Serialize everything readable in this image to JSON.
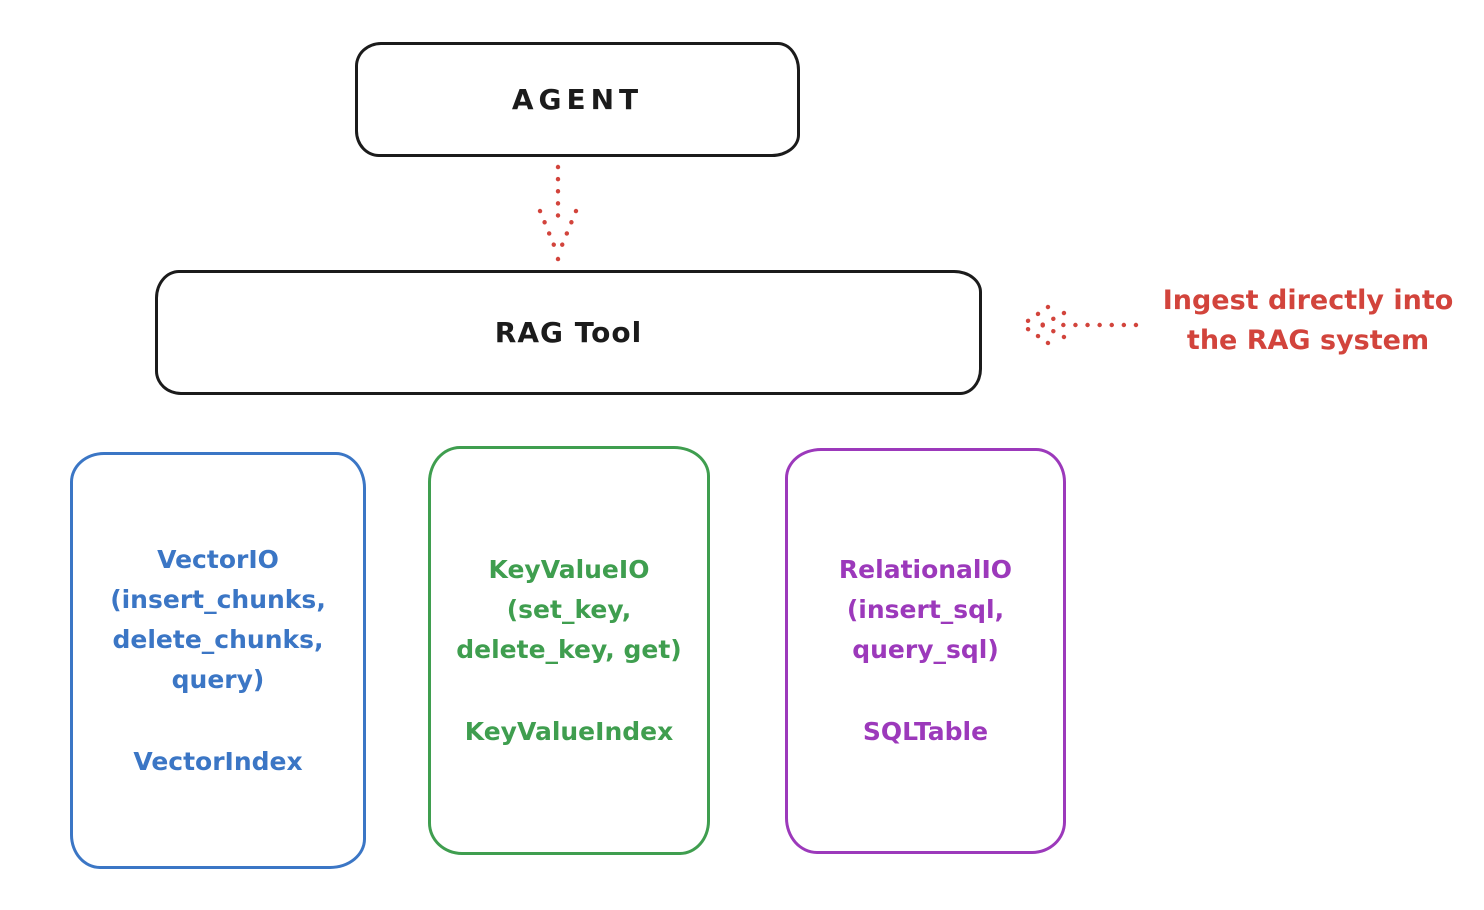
{
  "agent_box": {
    "label": "AGENT"
  },
  "rag_tool_box": {
    "label": "RAG Tool"
  },
  "annotation": {
    "line1": "Ingest directly into",
    "line2": "the RAG system"
  },
  "io_boxes": [
    {
      "id": "vector-io",
      "lines": [
        "VectorIO",
        "(insert_chunks,",
        "delete_chunks,",
        "query)"
      ],
      "index_label": "VectorIndex",
      "color": "#3b76c5"
    },
    {
      "id": "keyvalue-io",
      "lines": [
        "KeyValueIO",
        "(set_key,",
        "delete_key, get)"
      ],
      "index_label": "KeyValueIndex",
      "color": "#3f9e4f"
    },
    {
      "id": "relational-io",
      "lines": [
        "RelationalIO",
        "(insert_sql,",
        "query_sql)"
      ],
      "index_label": "SQLTable",
      "color": "#9c39bb"
    }
  ],
  "arrows": [
    {
      "id": "agent-to-rag-tool",
      "direction": "down",
      "style": "dotted",
      "color": "#d2443c"
    },
    {
      "id": "ingest-into-rag-tool",
      "direction": "left",
      "style": "dotted",
      "color": "#d2443c"
    }
  ],
  "colors": {
    "outline_black": "#1b1b1b",
    "red": "#d2443c",
    "blue": "#3b76c5",
    "green": "#3f9e4f",
    "purple": "#9c39bb",
    "background": "#ffffff"
  }
}
